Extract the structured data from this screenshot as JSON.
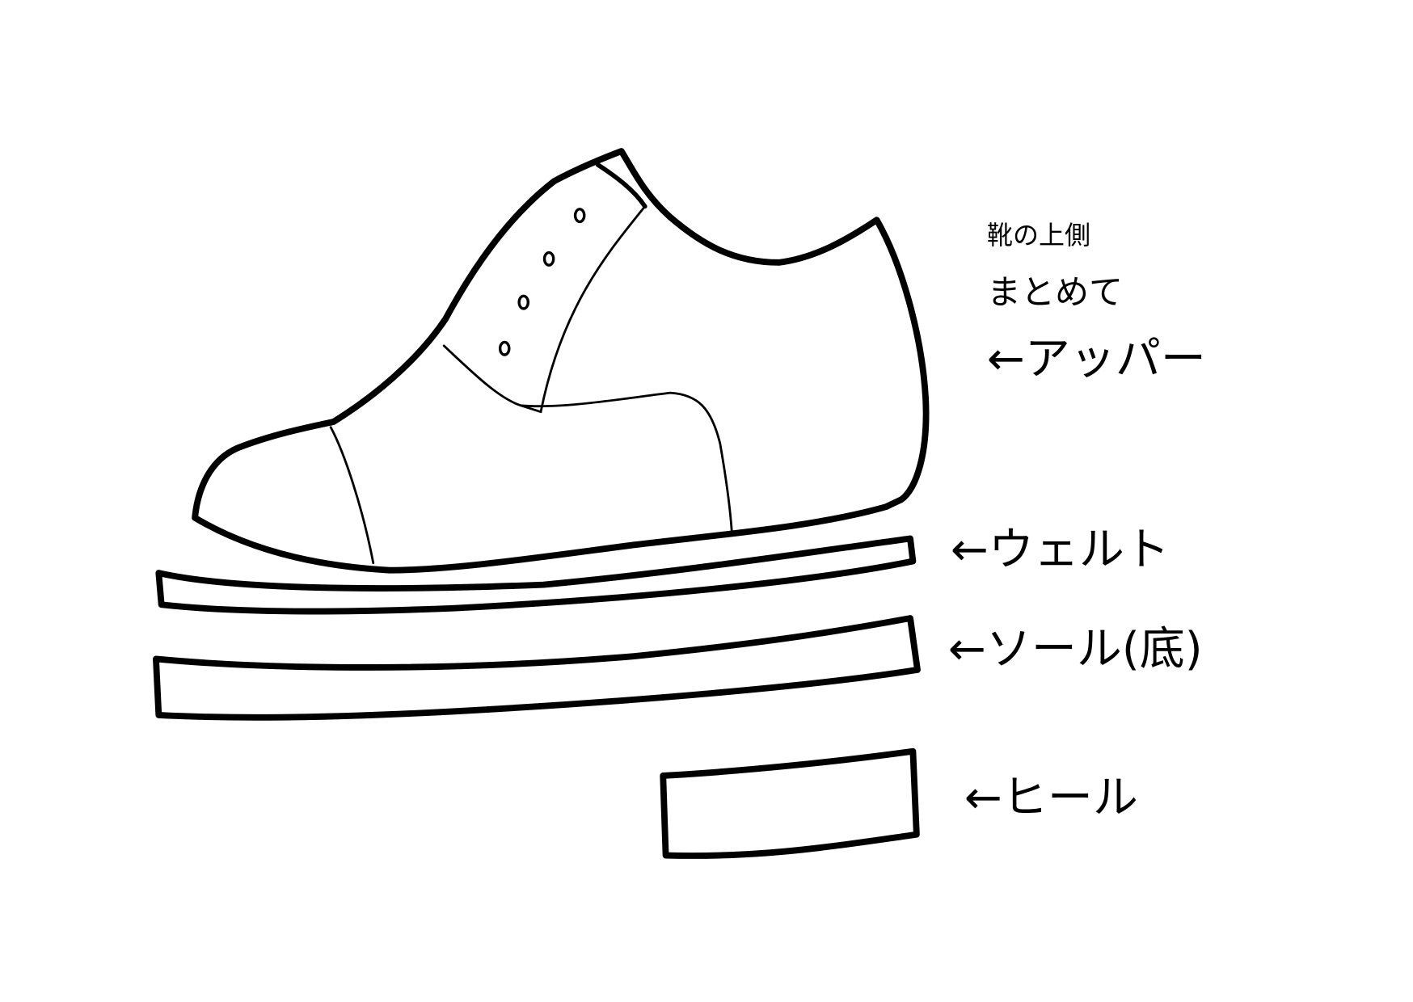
{
  "labels": {
    "upper_note_1": "靴の上側",
    "upper_note_2": "まとめて",
    "upper": "←アッパー",
    "welt": "←ウェルト",
    "sole": "←ソール(底)",
    "heel": "←ヒール"
  },
  "colors": {
    "ink": "#000000",
    "background": "#ffffff"
  }
}
